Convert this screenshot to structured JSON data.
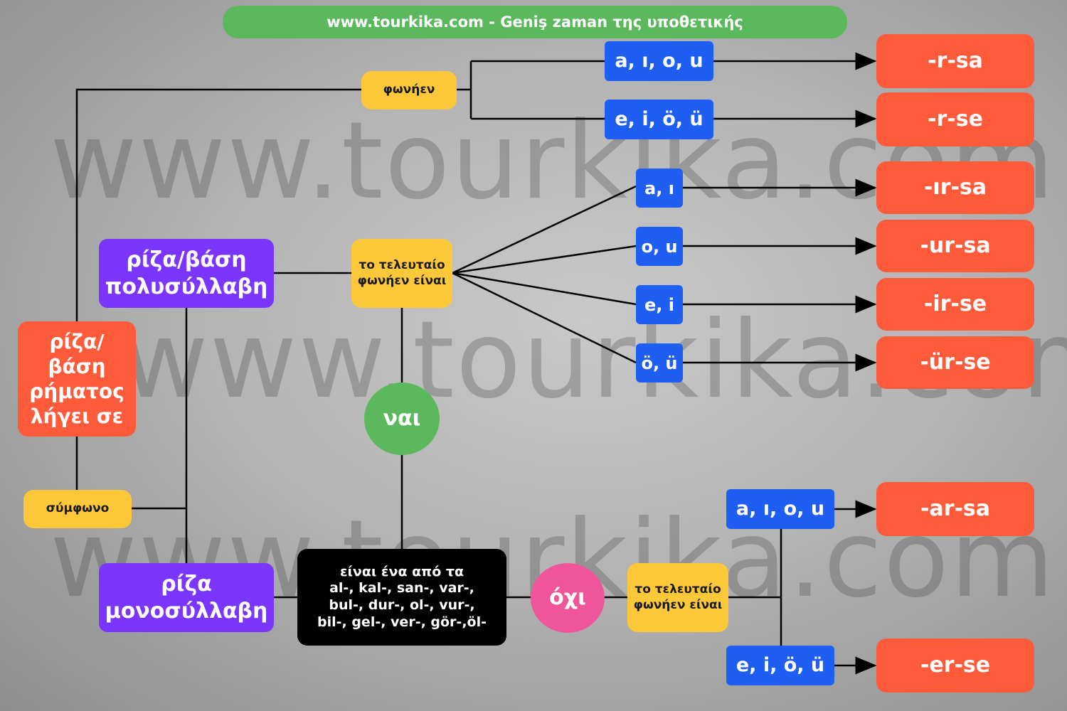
{
  "title": "www.tourkika.com - Geniş zaman της υποθετικής",
  "watermark": "www.tourkika.com",
  "root": "ρίζα/βάση ρήματος λήγει σε",
  "vowel_node": "φωνήεν",
  "consonant_node": "σύμφωνο",
  "polysyllabic": "ρίζα/βάση πολυσύλλαβη",
  "monosyllabic": "ρίζα μονοσύλλαβη",
  "last_vowel_top": "το τελευταίο φωνήεν είναι",
  "last_vowel_bottom": "το τελευταίο φωνήεν είναι",
  "yes": "ναι",
  "no": "όχι",
  "exceptions": {
    "line1": "είναι ένα από τα",
    "line2": "al-, kal-, san-, var-,",
    "line3": "bul-, dur-, ol-, vur-,",
    "line4": "bil-, gel-, ver-, gör-,öl-"
  },
  "vowel_branch": [
    {
      "vowels": "a, ı, o, u",
      "suffix": "-r-sa"
    },
    {
      "vowels": "e, i, ö, ü",
      "suffix": "-r-se"
    }
  ],
  "poly_branch": [
    {
      "vowels": "a, ı",
      "suffix": "-ır-sa"
    },
    {
      "vowels": "o, u",
      "suffix": "-ur-sa"
    },
    {
      "vowels": "e, i",
      "suffix": "-ir-se"
    },
    {
      "vowels": "ö, ü",
      "suffix": "-ür-se"
    }
  ],
  "mono_branch": [
    {
      "vowels": "a, ı, o, u",
      "suffix": "-ar-sa"
    },
    {
      "vowels": "e, i, ö, ü",
      "suffix": "-er-se"
    }
  ],
  "colors": {
    "title": "#5cb85c",
    "yellow": "#fcc83a",
    "blue": "#1f5ef2",
    "orange": "#ff5b3a",
    "purple": "#7a35ff",
    "green": "#5cb85c",
    "pink": "#f0559a",
    "black": "#000000"
  }
}
